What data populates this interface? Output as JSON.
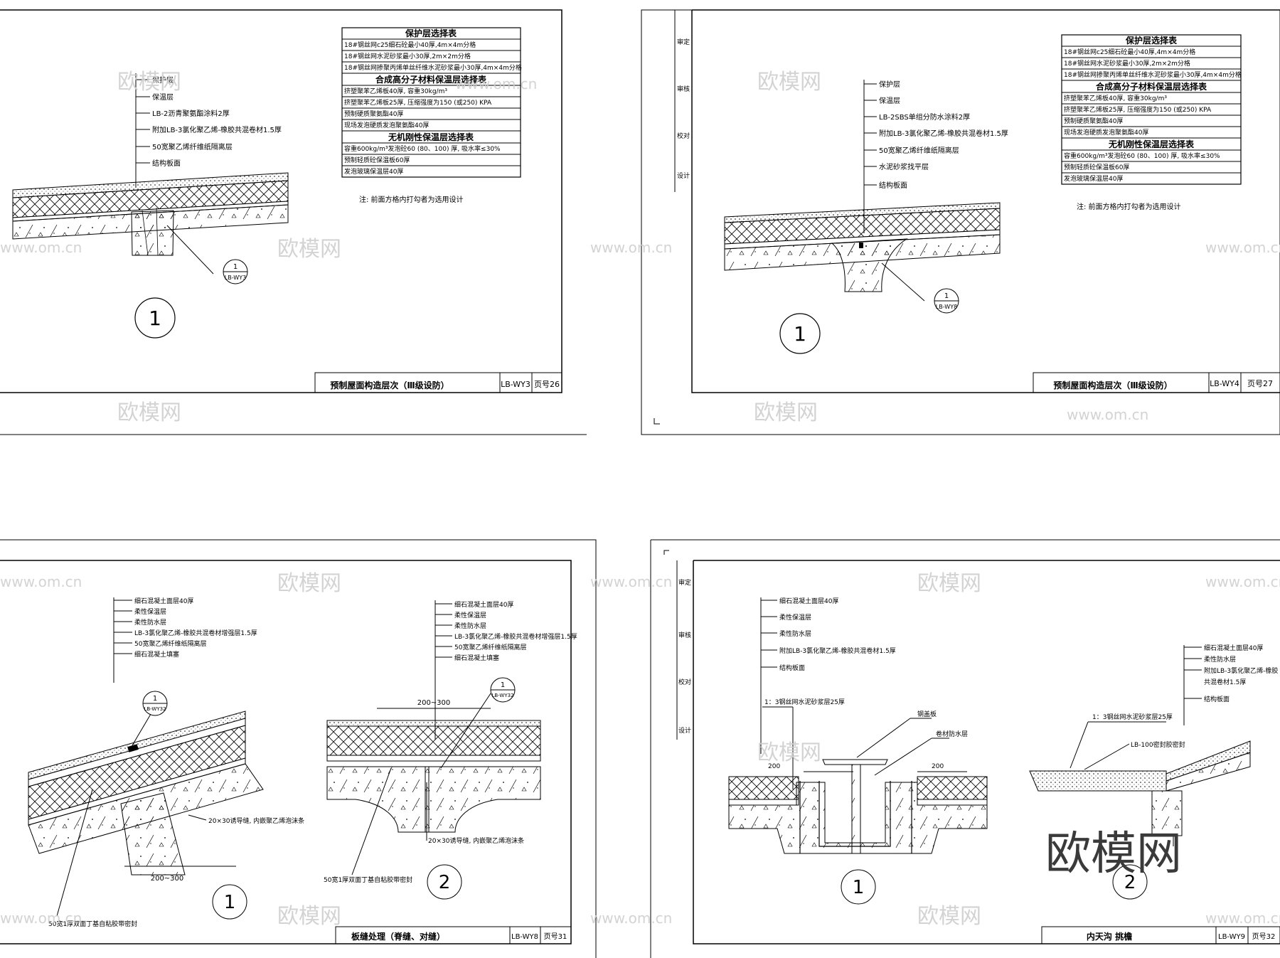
{
  "watermarks": {
    "brand": "欧模网",
    "site": "www.om.cn"
  },
  "panels": [
    {
      "layers": [
        "保护层",
        "保温层",
        "LB-2沥青聚氨酯涂料2厚",
        "附加LB-3氯化聚乙烯-橡胶共混卷材1.5厚",
        "50宽聚乙烯纤维纸隔离层",
        "结构板面"
      ],
      "table": {
        "groups": [
          {
            "title": "保护层选择表",
            "rows": [
              "18#钢丝网c25细石砼最小40厚,4m×4m分格",
              "18#钢丝网水泥砂浆最小30厚,2m×2m分格",
              "18#钢丝网掺聚丙烯单丝纤维水泥砂浆最小30厚,4m×4m分格"
            ]
          },
          {
            "title": "合成高分子材料保温层选择表",
            "rows": [
              "挤塑聚苯乙烯板40厚, 容重30kg/m³",
              "挤塑聚苯乙烯板25厚, 压缩强度为150 (或250) KPA",
              "预制硬质聚氨酯40厚",
              "现场发泡硬质发泡聚氨酯40厚"
            ]
          },
          {
            "title": "无机刚性保温层选择表",
            "rows": [
              "容重600kg/m³发泡砼60 (80、100) 厚, 吸水率≤30%",
              "预制轻质砼保温板60厚",
              "发泡玻璃保温层40厚"
            ]
          }
        ]
      },
      "note": "注: 前面方格内打勾者为选用设计",
      "detail_ref": {
        "num": "1",
        "code": "LB-WY3"
      },
      "detail_number": "1",
      "title_block": {
        "title": "预制屋面构造层次（Ⅲ级设防）",
        "code": "LB-WY3",
        "page": "页号26"
      }
    },
    {
      "layers": [
        "保护层",
        "保温层",
        "LB-2SBS单组分防水涂料2厚",
        "附加LB-3氯化聚乙烯-橡胶共混卷材1.5厚",
        "50宽聚乙烯纤维纸隔离层",
        "水泥砂浆找平层",
        "结构板面"
      ],
      "table": {
        "groups": [
          {
            "title": "保护层选择表",
            "rows": [
              "18#钢丝网c25细石砼最小40厚,4m×4m分格",
              "18#钢丝网水泥砂浆最小30厚,2m×2m分格",
              "18#钢丝网掺聚丙烯单丝纤维水泥砂浆最小30厚,4m×4m分格"
            ]
          },
          {
            "title": "合成高分子材料保温层选择表",
            "rows": [
              "挤塑聚苯乙烯板40厚, 容重30kg/m³",
              "挤塑聚苯乙烯板25厚, 压缩强度为150 (或250) KPA",
              "预制硬质聚氨酯40厚",
              "现场发泡硬质发泡聚氨酯40厚"
            ]
          },
          {
            "title": "无机刚性保温层选择表",
            "rows": [
              "容重600kg/m³发泡砼60 (80、100) 厚, 吸水率≤30%",
              "预制轻质砼保温板60厚",
              "发泡玻璃保温层40厚"
            ]
          }
        ]
      },
      "note": "注: 前面方格内打勾者为选用设计",
      "detail_ref": {
        "num": "1",
        "code": "LB-WY8"
      },
      "detail_number": "1",
      "side_labels": [
        "审定",
        "审核",
        "校对",
        "设计"
      ],
      "title_block": {
        "title": "预制屋面构造层次（Ⅲ级设防）",
        "code": "LB-WY4",
        "page": "页号27"
      }
    },
    {
      "left_layers": [
        "细石混凝土面层40厚",
        "柔性保温层",
        "柔性防水层",
        "LB-3氯化聚乙烯-橡胶共混卷材增强层1.5厚",
        "50宽聚乙烯纤维纸隔离层",
        "细石混凝土填塞"
      ],
      "right_layers": [
        "细石混凝土面层40厚",
        "柔性保温层",
        "柔性防水层",
        "LB-3氯化聚乙烯-橡胶共混卷材增强层1.5厚",
        "50宽聚乙烯纤维纸隔离层",
        "细石混凝土填塞"
      ],
      "ref_left": {
        "num": "1",
        "code": "LB-WY32"
      },
      "ref_right": {
        "num": "1",
        "code": "LB-WY32"
      },
      "dim_left": "200~300",
      "dim_right": "200~300",
      "groove_left": "20×30诱导缝, 内嵌聚乙烯泡沫条",
      "groove_right": "20×30诱导缝, 内嵌聚乙烯泡沫条",
      "seal_left": "50宽1厚双面丁基自粘胶带密封",
      "seal_right": "50宽1厚双面丁基自粘胶带密封",
      "detail_1": "1",
      "detail_2": "2",
      "title_block": {
        "title": "板缝处理（脊缝、对缝）",
        "code": "LB-WY8",
        "page": "页号31"
      }
    },
    {
      "left_layers": [
        "细石混凝土面层40厚",
        "柔性保温层",
        "柔性防水层",
        "附加LB-3氯化聚乙烯-橡胶共混卷材1.5厚",
        "结构板面"
      ],
      "left_mortar": "1：3钢丝网水泥砂浆层25厚",
      "cover_label": "钢盖板",
      "membrane_label": "卷材防水层",
      "dim_a": "200",
      "dim_b": "200",
      "right_layers": [
        "细石混凝土面层40厚",
        "柔性防水层",
        "附加LB-3氯化聚乙烯-橡胶",
        "共混卷材1.5厚",
        "结构板面"
      ],
      "right_mortar": "1：3钢丝网水泥砂浆层25厚",
      "seal_label": "LB-100密封胶密封",
      "side_labels": [
        "审定",
        "审核",
        "校对",
        "设计"
      ],
      "detail_1": "1",
      "detail_2": "2",
      "title_block": {
        "title": "内天沟    挑檐",
        "code": "LB-WY9",
        "page": "页号32"
      }
    }
  ]
}
